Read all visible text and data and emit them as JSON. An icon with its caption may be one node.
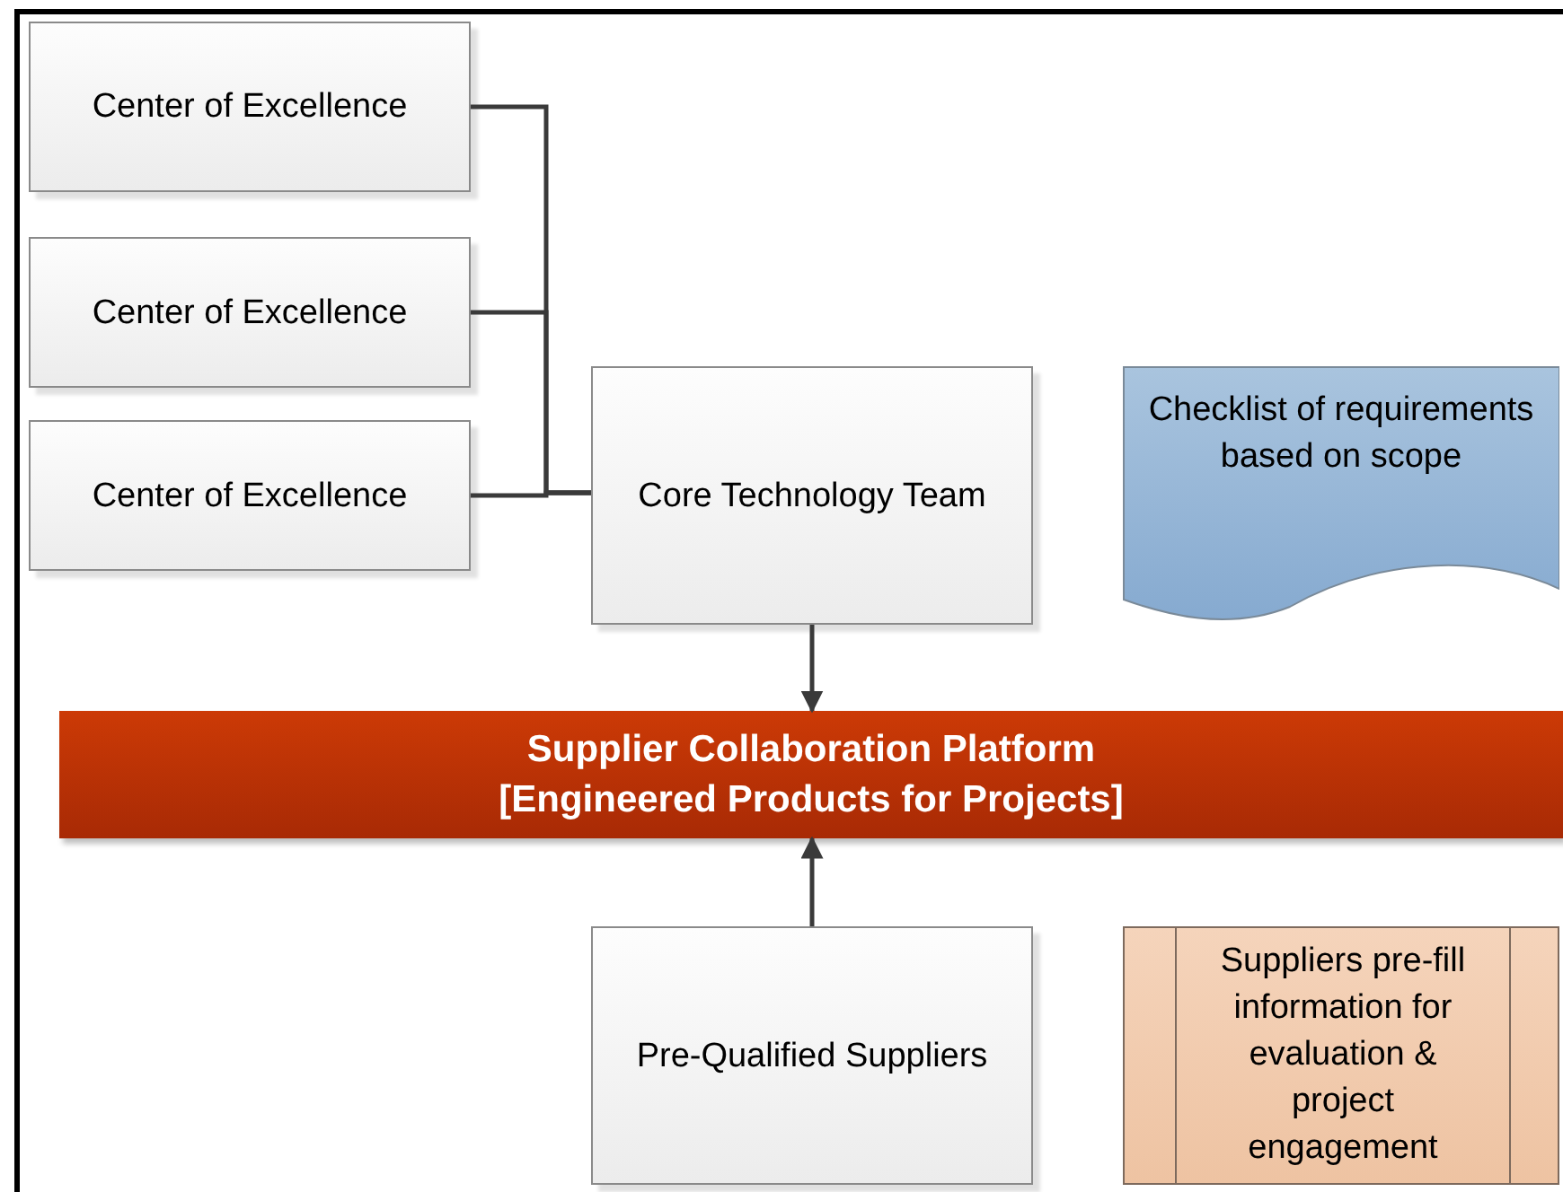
{
  "diagram": {
    "nodes": [
      {
        "text": [
          "Center of Excellence"
        ]
      },
      {
        "text": [
          "Center of Excellence"
        ]
      },
      {
        "text": [
          "Center of Excellence"
        ]
      },
      {
        "text": [
          "Core Technology Team"
        ]
      },
      {
        "text": [
          "Checklist of requirements based on scope"
        ]
      },
      {
        "text": [
          "Supplier Collaboration Platform",
          "[Engineered Products for Projects]"
        ]
      },
      {
        "text": [
          "Pre-Qualified Suppliers"
        ]
      },
      {
        "text": [
          "Suppliers pre-fill information for evaluation & project engagement"
        ]
      }
    ],
    "edges": [
      {
        "from": 0,
        "to": 3,
        "arrow": "none"
      },
      {
        "from": 1,
        "to": 3,
        "arrow": "none"
      },
      {
        "from": 2,
        "to": 3,
        "arrow": "none"
      },
      {
        "from": 3,
        "to": 5,
        "arrow": "to"
      },
      {
        "from": 6,
        "to": 5,
        "arrow": "to"
      }
    ]
  }
}
